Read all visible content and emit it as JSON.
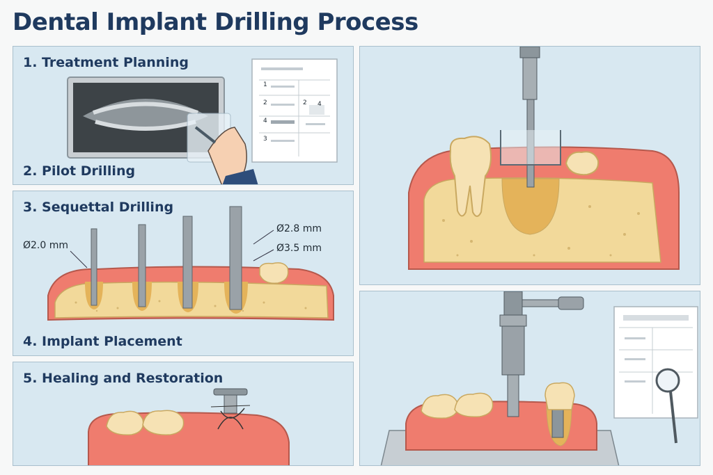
{
  "title": "Dental Implant Drilling Process",
  "steps": {
    "s1": "1. Treatment Planning",
    "s2": "2. Pilot Drilling",
    "s3": "3. Sequettal Drilling",
    "s4": "4. Implant Placement",
    "s5": "5. Healing and Restoration"
  },
  "drill_sizes": {
    "d1": "Ø2.0 mm",
    "d2": "Ø2.8 mm",
    "d3": "Ø3.5 mm"
  },
  "planning_chart_numbers": [
    "1",
    "2",
    "2",
    "4",
    "4",
    "3"
  ]
}
